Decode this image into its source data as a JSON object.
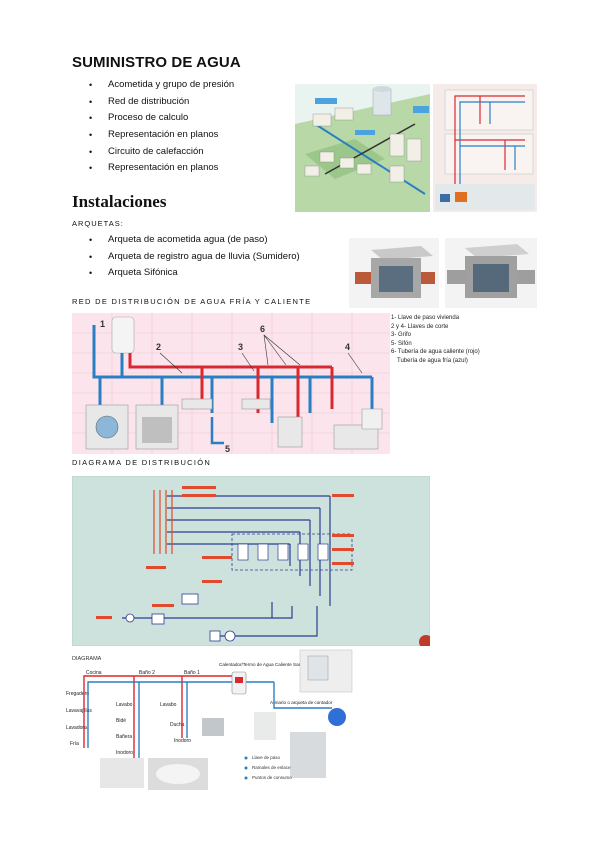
{
  "section1": {
    "title": "SUMINISTRO DE AGUA",
    "items": [
      "Acometida y grupo de presión",
      "Red de distribución",
      "Proceso de calculo",
      "Representación en planos",
      "Circuito de calefacción",
      "Representación en planos"
    ]
  },
  "section2": {
    "title": "Instalaciones",
    "arquetas_label": "ARQUETAS:",
    "items": [
      "Arqueta de acometida agua (de paso)",
      "Arqueta de registro agua de lluvia (Sumidero)",
      "Arqueta Sifónica"
    ]
  },
  "red_label": "RED DE DISTRIBUCIÓN DE AGUA FRÍA Y CALIENTE",
  "red_legend": [
    "1- Llave de paso vivienda",
    "2 y 4- Llaves de corte",
    "3- Grifo",
    "5- Sifón",
    "6- Tubería de agua caliente (rojo)",
    "Tubería de agua fría (azul)"
  ],
  "red_numbers": [
    "1",
    "2",
    "3",
    "6",
    "4",
    "5"
  ],
  "diagram_label": "DIAGRAMA DE DISTRIBUCIÓN",
  "diagram2": {
    "title": "DIAGRAMA",
    "rooms": [
      "Cocina",
      "Baño 2",
      "Baño 1"
    ],
    "heater": "Calentador/Termo de Agua Caliente Sanitaria",
    "meter": "Armario o arqueta de contador",
    "fixtures": [
      "Fregadero",
      "Lavavajillas",
      "Lavadora",
      "Fría",
      "Lavabo",
      "Bidé",
      "Bañera",
      "Inodoro",
      "Lavabo",
      "Ducha",
      "Inodoro"
    ],
    "legend": [
      "Llave de paso",
      "Ramales de enlace",
      "Puntos de consumo"
    ]
  },
  "colors": {
    "hot": "#d9282f",
    "cold": "#2a7fc4",
    "teal_bg": "#d4e8e4",
    "diagram_bg": "#c9ded7"
  }
}
